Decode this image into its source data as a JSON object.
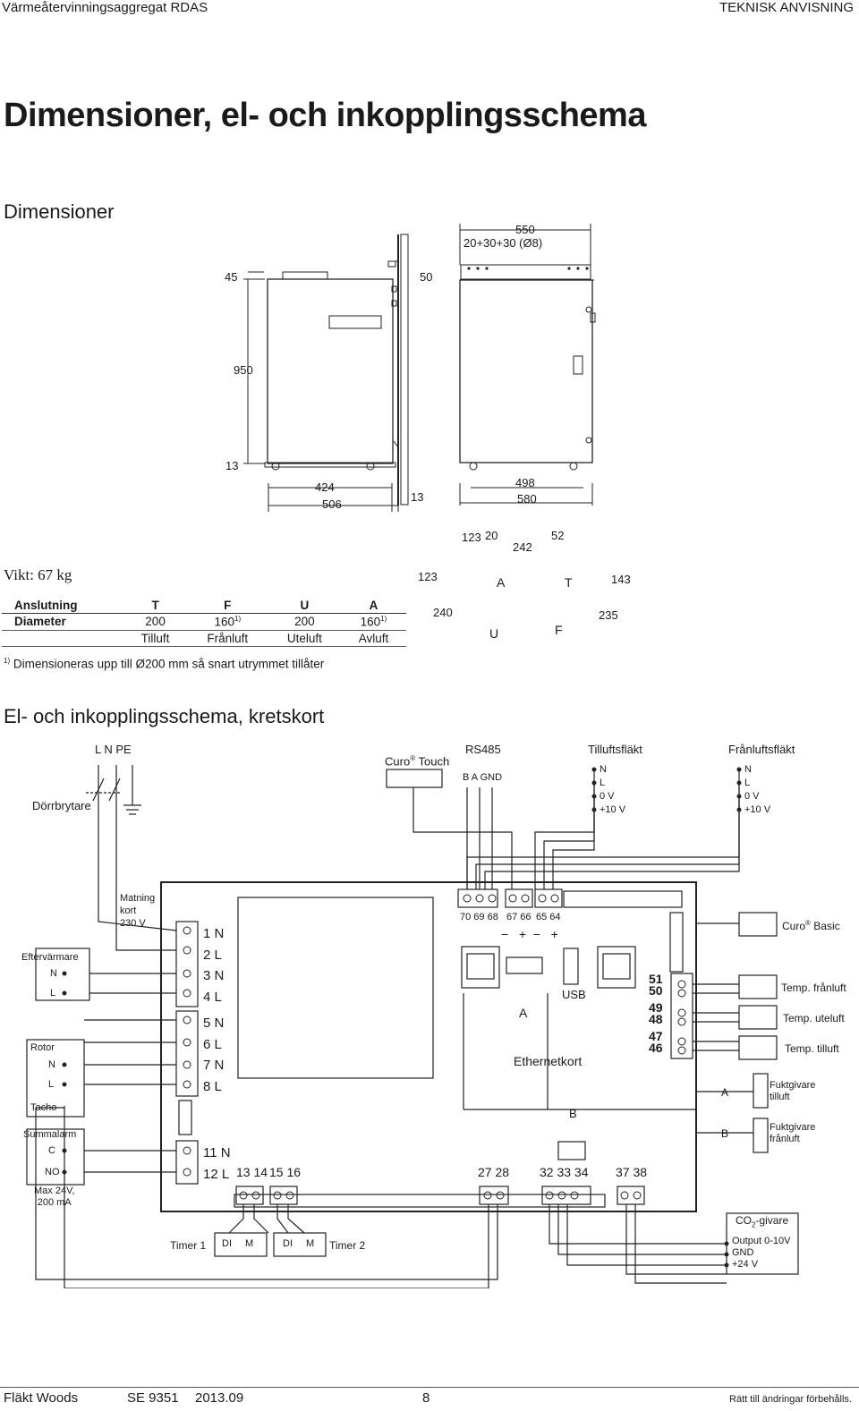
{
  "header": {
    "left": "Värmeåtervinningsaggregat RDAS",
    "right": "TEKNISK ANVISNING"
  },
  "title": "Dimensioner, el- och inkopplingsschema",
  "section1": "Dimensioner",
  "dims": {
    "d45": "45",
    "d50": "50",
    "d950": "950",
    "d13a": "13",
    "d13b": "13",
    "d424": "424",
    "d506": "506",
    "d550": "550",
    "d20_30": "20+30+30 (Ø8)",
    "d498": "498",
    "d580": "580",
    "d123": "123",
    "d20": "20",
    "d242": "242",
    "d52": "52",
    "d123v": "123",
    "d240": "240",
    "d143": "143",
    "d235": "235",
    "pA": "A",
    "pT": "T",
    "pU": "U",
    "pF": "F"
  },
  "weight": "Vikt: 67 kg",
  "spec": {
    "head": [
      "Anslutning",
      "T",
      "F",
      "U",
      "A"
    ],
    "diam_label": "Diameter",
    "diam": [
      "200",
      "160",
      "200",
      "160"
    ],
    "diam_sup": "1)",
    "names": [
      "Tilluft",
      "Frånluft",
      "Uteluft",
      "Avluft"
    ],
    "footnote_mark": "1)",
    "footnote": "Dimensioneras upp till Ø200 mm så snart utrymmet tillåter"
  },
  "section2": "El- och inkopplingsschema, kretskort",
  "schema": {
    "lnpe": "L   N   PE",
    "dorrbrytare": "Dörrbrytare",
    "curo_touch": "Curo",
    "curo_touch2": "Touch",
    "rs485": "RS485",
    "rs485_pins": "B  A  GND",
    "tillufts": "Tilluftsfläkt",
    "franlufts": "Frånluftsfläkt",
    "fan_pins": [
      "N",
      "L",
      "0 V",
      "+10 V"
    ],
    "matning": [
      "Matning",
      "kort",
      "230 V"
    ],
    "eftervarmare": "Eftervärmare",
    "rotor": "Rotor",
    "tacho": "Tacho",
    "summalarm": "Summalarm",
    "c": "C",
    "no": "NO",
    "max": [
      "Max 24V,",
      "200 mA"
    ],
    "nl": [
      "N",
      "L"
    ],
    "terminals_left": [
      "1  N",
      "2  L",
      "3  N",
      "4  L",
      "5  N",
      "6  L",
      "7  N",
      "8  L",
      "11  N",
      "12  L"
    ],
    "bottom_nums": [
      "13 14",
      "15 16",
      "27  28",
      "32 33 34",
      "37  38"
    ],
    "top_nums": [
      "70 69 68",
      "67 66",
      "65 64"
    ],
    "pm": "−   +  −   +",
    "usb": "USB",
    "a": "A",
    "b": "B",
    "ethernet": "Ethernetkort",
    "right_nums": [
      "51",
      "50",
      "49",
      "48",
      "47",
      "46"
    ],
    "curo_basic": "Curo",
    "curo_basic2": "Basic",
    "temp_fr": "Temp. frånluft",
    "temp_ute": "Temp. uteluft",
    "temp_till": "Temp. tilluft",
    "fukt_till": [
      "Fuktgivare",
      "tilluft"
    ],
    "fukt_fr": [
      "Fuktgivare",
      "frånluft"
    ],
    "co2": "CO",
    "co2sub": "2",
    "co2b": "-givare",
    "co2_pins": [
      "Output 0-10V",
      "GND",
      "+24 V"
    ],
    "timer1": "Timer 1",
    "timer2": "Timer 2",
    "dim": [
      "DI",
      "M"
    ]
  },
  "footer": {
    "company": "Fläkt Woods",
    "doc": "SE 9351",
    "date": "2013.09",
    "page": "8",
    "note": "Rätt till ändringar förbehålls."
  }
}
